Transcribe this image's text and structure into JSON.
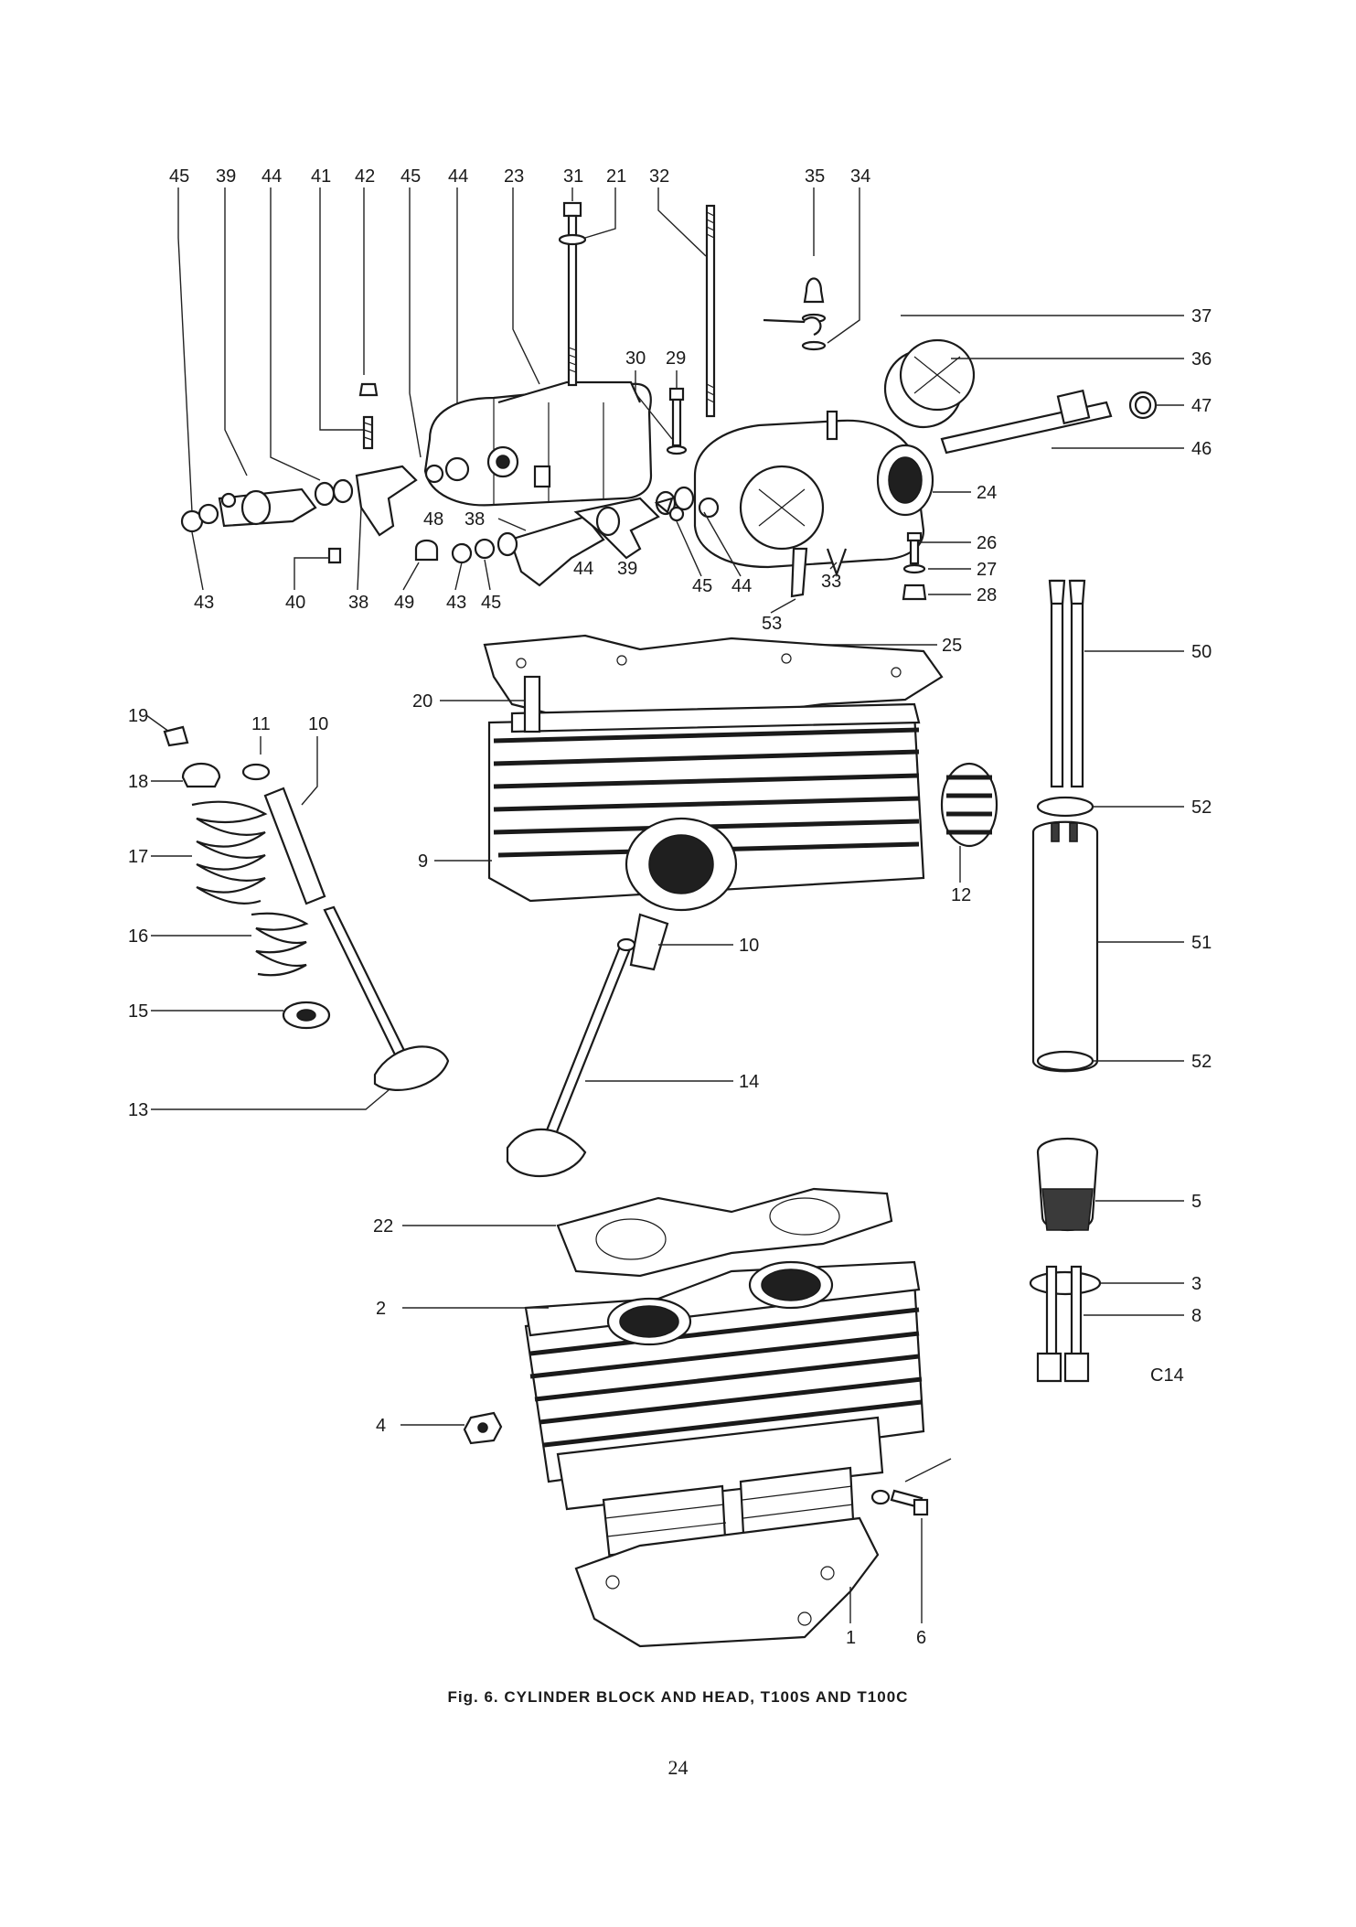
{
  "figure": {
    "caption": "Fig. 6.   CYLINDER BLOCK AND HEAD, T100S AND T100C",
    "page_number": "24",
    "code": "C14"
  },
  "callouts": {
    "top_row": [
      "45",
      "39",
      "44",
      "41",
      "42",
      "45",
      "44",
      "23",
      "31",
      "21",
      "32",
      "35",
      "34"
    ],
    "right_top": [
      "37",
      "36",
      "47",
      "46",
      "24",
      "26",
      "27",
      "28"
    ],
    "rocker_row": [
      "30",
      "29",
      "48",
      "38",
      "44",
      "39",
      "45",
      "44",
      "33",
      "53",
      "25"
    ],
    "bottom_row_left": [
      "43",
      "40",
      "38",
      "49",
      "43",
      "45"
    ],
    "valve_left": [
      "19",
      "11",
      "10",
      "18",
      "17",
      "16",
      "15",
      "13"
    ],
    "head": [
      "20",
      "9",
      "12",
      "10",
      "14"
    ],
    "right_column": [
      "50",
      "52",
      "51",
      "52",
      "5",
      "3",
      "8"
    ],
    "block": [
      "22",
      "2",
      "4",
      "1",
      "6"
    ]
  }
}
